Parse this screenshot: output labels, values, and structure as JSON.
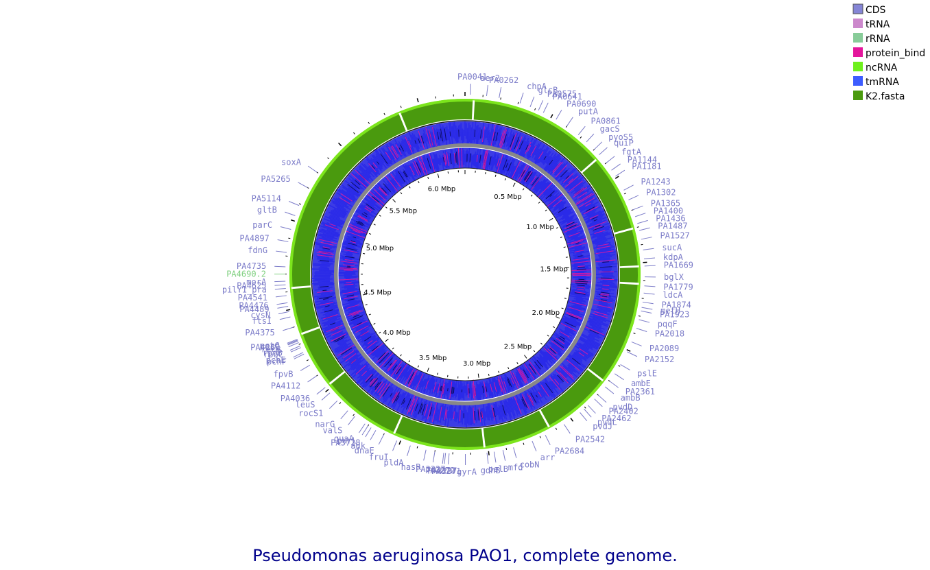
{
  "title": "Pseudomonas aeruginosa PAO1, complete genome.",
  "genome_length_mbp": 6.264,
  "colors": {
    "title": "#00008b",
    "label": "#7b7bc8",
    "rrna_label": "#7dcf7d",
    "contig_dark": "#4a9a0e",
    "contig_light": "#7ce51c",
    "cds": "#1a1ae0",
    "protein_bind": "#e4169c",
    "black": "#000000",
    "grey_ring": "#888888"
  },
  "legend": [
    {
      "label": "CDS",
      "color": "#8585d6"
    },
    {
      "label": "tRNA",
      "color": "#cc88cc"
    },
    {
      "label": "rRNA",
      "color": "#88cc99"
    },
    {
      "label": "protein_bind",
      "color": "#e4169c"
    },
    {
      "label": "ncRNA",
      "color": "#6ef01c"
    },
    {
      "label": "tmRNA",
      "color": "#3d5cff"
    },
    {
      "label": "K2.fasta",
      "color": "#4a9a0e"
    }
  ],
  "ring_ticks": [
    {
      "label": "0.5 Mbp",
      "pos": 0.5
    },
    {
      "label": "1.0 Mbp",
      "pos": 1.0
    },
    {
      "label": "1.5 Mbp",
      "pos": 1.5
    },
    {
      "label": "2.0 Mbp",
      "pos": 2.0
    },
    {
      "label": "2.5 Mbp",
      "pos": 2.5
    },
    {
      "label": "3.0 Mbp",
      "pos": 3.0
    },
    {
      "label": "3.5 Mbp",
      "pos": 3.5
    },
    {
      "label": "4.0 Mbp",
      "pos": 4.0
    },
    {
      "label": "4.5 Mbp",
      "pos": 4.5
    },
    {
      "label": "5.0 Mbp",
      "pos": 5.0
    },
    {
      "label": "5.5 Mbp",
      "pos": 5.5
    },
    {
      "label": "6.0 Mbp",
      "pos": 6.0
    }
  ],
  "contig_breaks_mbp": [
    0.05,
    0.85,
    1.3,
    1.52,
    1.62,
    2.22,
    2.63,
    3.02,
    3.55,
    4.02,
    4.35,
    4.62,
    5.88
  ],
  "genes": [
    {
      "name": "PA0041",
      "pos": 0.03
    },
    {
      "name": "aer2",
      "pos": 0.12
    },
    {
      "name": "PA0262",
      "pos": 0.19
    },
    {
      "name": "chpA",
      "pos": 0.31
    },
    {
      "name": "glcB",
      "pos": 0.37
    },
    {
      "name": "PA0641",
      "pos": 0.45
    },
    {
      "name": "PA0575",
      "pos": 0.42
    },
    {
      "name": "PA0690",
      "pos": 0.53
    },
    {
      "name": "putA",
      "pos": 0.6
    },
    {
      "name": "PA0861",
      "pos": 0.68
    },
    {
      "name": "gacS",
      "pos": 0.74
    },
    {
      "name": "pyoS5",
      "pos": 0.8
    },
    {
      "name": "quiP",
      "pos": 0.84
    },
    {
      "name": "fgtA",
      "pos": 0.9
    },
    {
      "name": "PA1144",
      "pos": 0.95
    },
    {
      "name": "PA1181",
      "pos": 0.99
    },
    {
      "name": "PA1243",
      "pos": 1.08
    },
    {
      "name": "PA1302",
      "pos": 1.14
    },
    {
      "name": "PA1365",
      "pos": 1.2
    },
    {
      "name": "PA1400",
      "pos": 1.24
    },
    {
      "name": "PA1436",
      "pos": 1.28
    },
    {
      "name": "PA1487",
      "pos": 1.32
    },
    {
      "name": "PA1527",
      "pos": 1.37
    },
    {
      "name": "sucA",
      "pos": 1.43
    },
    {
      "name": "kdpA",
      "pos": 1.48
    },
    {
      "name": "PA1669",
      "pos": 1.52
    },
    {
      "name": "bglX",
      "pos": 1.58
    },
    {
      "name": "PA1779",
      "pos": 1.63
    },
    {
      "name": "ldcA",
      "pos": 1.67
    },
    {
      "name": "metH",
      "pos": 1.75
    },
    {
      "name": "PA1874",
      "pos": 1.72
    },
    {
      "name": "PA1923",
      "pos": 1.77
    },
    {
      "name": "pqqF",
      "pos": 1.82
    },
    {
      "name": "PA2018",
      "pos": 1.87
    },
    {
      "name": "PA2089",
      "pos": 1.95
    },
    {
      "name": "PA2152",
      "pos": 2.01
    },
    {
      "name": "pslE",
      "pos": 2.09
    },
    {
      "name": "ambE",
      "pos": 2.15
    },
    {
      "name": "PA2361",
      "pos": 2.2
    },
    {
      "name": "ambB",
      "pos": 2.24
    },
    {
      "name": "pvdD",
      "pos": 2.3
    },
    {
      "name": "PA2402",
      "pos": 2.33
    },
    {
      "name": "PA2462",
      "pos": 2.38
    },
    {
      "name": "pvdL",
      "pos": 2.41
    },
    {
      "name": "pvdJ",
      "pos": 2.44
    },
    {
      "name": "PA2542",
      "pos": 2.55
    },
    {
      "name": "PA2684",
      "pos": 2.67
    },
    {
      "name": "arr",
      "pos": 2.75
    },
    {
      "name": "cobN",
      "pos": 2.86
    },
    {
      "name": "mfd",
      "pos": 2.92
    },
    {
      "name": "pelB",
      "pos": 2.97
    },
    {
      "name": "gdhB",
      "pos": 3.01
    },
    {
      "name": "gyrA",
      "pos": 3.13
    },
    {
      "name": "PA3271",
      "pos": 3.22
    },
    {
      "name": "PA3297",
      "pos": 3.24
    },
    {
      "name": "PA3272",
      "pos": 3.25
    },
    {
      "name": "PA3327",
      "pos": 3.3
    },
    {
      "name": "hasR",
      "pos": 3.35
    },
    {
      "name": "pldA",
      "pos": 3.44
    },
    {
      "name": "fruI",
      "pos": 3.52
    },
    {
      "name": "dnaE",
      "pos": 3.6
    },
    {
      "name": "adk",
      "pos": 3.65
    },
    {
      "name": "purL",
      "pos": 3.7
    },
    {
      "name": "PA3728",
      "pos": 3.68
    },
    {
      "name": "guaA",
      "pos": 3.72
    },
    {
      "name": "valS",
      "pos": 3.79
    },
    {
      "name": "narG",
      "pos": 3.84
    },
    {
      "name": "rocS1",
      "pos": 3.92
    },
    {
      "name": "leuS",
      "pos": 3.98
    },
    {
      "name": "PA4036",
      "pos": 4.02
    },
    {
      "name": "PA4112",
      "pos": 4.1
    },
    {
      "name": "fpvB",
      "pos": 4.17
    },
    {
      "name": "pchE",
      "pos": 4.25
    },
    {
      "name": "pchF",
      "pos": 4.24
    },
    {
      "name": "rpoC",
      "pos": 4.28
    },
    {
      "name": "rpoB",
      "pos": 4.29
    },
    {
      "name": "recB",
      "pos": 4.31
    },
    {
      "name": "pctC",
      "pos": 4.33
    },
    {
      "name": "PA4282",
      "pos": 4.32
    },
    {
      "name": "recC",
      "pos": 4.325
    },
    {
      "name": "PA4375",
      "pos": 4.4
    },
    {
      "name": "ftsI",
      "pos": 4.46
    },
    {
      "name": "cysN",
      "pos": 4.49
    },
    {
      "name": "PA4489",
      "pos": 4.52
    },
    {
      "name": "PA4476",
      "pos": 4.54
    },
    {
      "name": "PA4541",
      "pos": 4.58
    },
    {
      "name": "pilY1_pra",
      "pos": 4.62
    },
    {
      "name": "PA4625",
      "pos": 4.64
    },
    {
      "name": "morA",
      "pos": 4.66
    },
    {
      "name": "PA4690.2",
      "pos": 4.7,
      "rrna": true
    },
    {
      "name": "PA4735",
      "pos": 4.74
    },
    {
      "name": "fdnG",
      "pos": 4.82
    },
    {
      "name": "PA4897",
      "pos": 4.88
    },
    {
      "name": "parC",
      "pos": 4.95
    },
    {
      "name": "gltB",
      "pos": 5.03
    },
    {
      "name": "PA5114",
      "pos": 5.09
    },
    {
      "name": "PA5265",
      "pos": 5.2
    },
    {
      "name": "soxA",
      "pos": 5.3
    }
  ]
}
